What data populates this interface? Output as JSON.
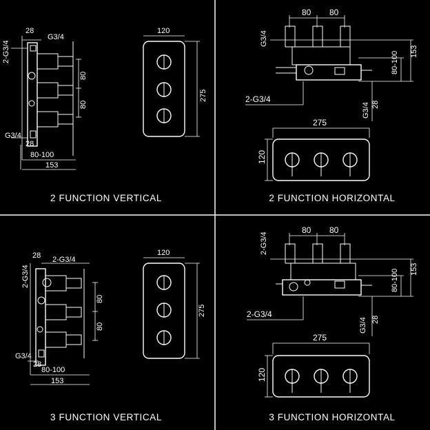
{
  "colors": {
    "background": "#000000",
    "line": "#ffffff"
  },
  "panels": [
    {
      "caption": "2 FUNCTION VERTICAL",
      "side": {
        "top_offset": "28",
        "top_port": "G3/4",
        "left_ports": "2-G3/4",
        "bottom_port": "G3/4",
        "bottom_offset": "28",
        "spacing_1": "80",
        "spacing_2": "80",
        "depth_range": "80-100",
        "total_depth": "153"
      },
      "plate": {
        "width": "120",
        "height": "275"
      }
    },
    {
      "caption": "2 FUNCTION HORIZONTAL",
      "top": {
        "spacing_1": "80",
        "spacing_2": "80",
        "port_top": "G3/4",
        "depth_range": "80-100",
        "total_depth": "153",
        "ports_bottom": "2-G3/4",
        "port_right": "G3/4",
        "offset": "28"
      },
      "plate": {
        "width": "275",
        "height": "120"
      }
    },
    {
      "caption": "3 FUNCTION VERTICAL",
      "side": {
        "top_offset": "28",
        "top_port": "2-G3/4",
        "left_ports": "2-G3/4",
        "bottom_port": "G3/4",
        "bottom_offset": "28",
        "spacing_1": "80",
        "spacing_2": "80",
        "depth_range": "80-100",
        "total_depth": "153"
      },
      "plate": {
        "width": "120",
        "height": "275"
      }
    },
    {
      "caption": "3 FUNCTION HORIZONTAL",
      "top": {
        "spacing_1": "80",
        "spacing_2": "80",
        "port_top": "2-G3/4",
        "depth_range": "80-100",
        "total_depth": "153",
        "ports_bottom": "2-G3/4",
        "port_right": "G3/4",
        "offset": "28"
      },
      "plate": {
        "width": "275",
        "height": "120"
      }
    }
  ]
}
